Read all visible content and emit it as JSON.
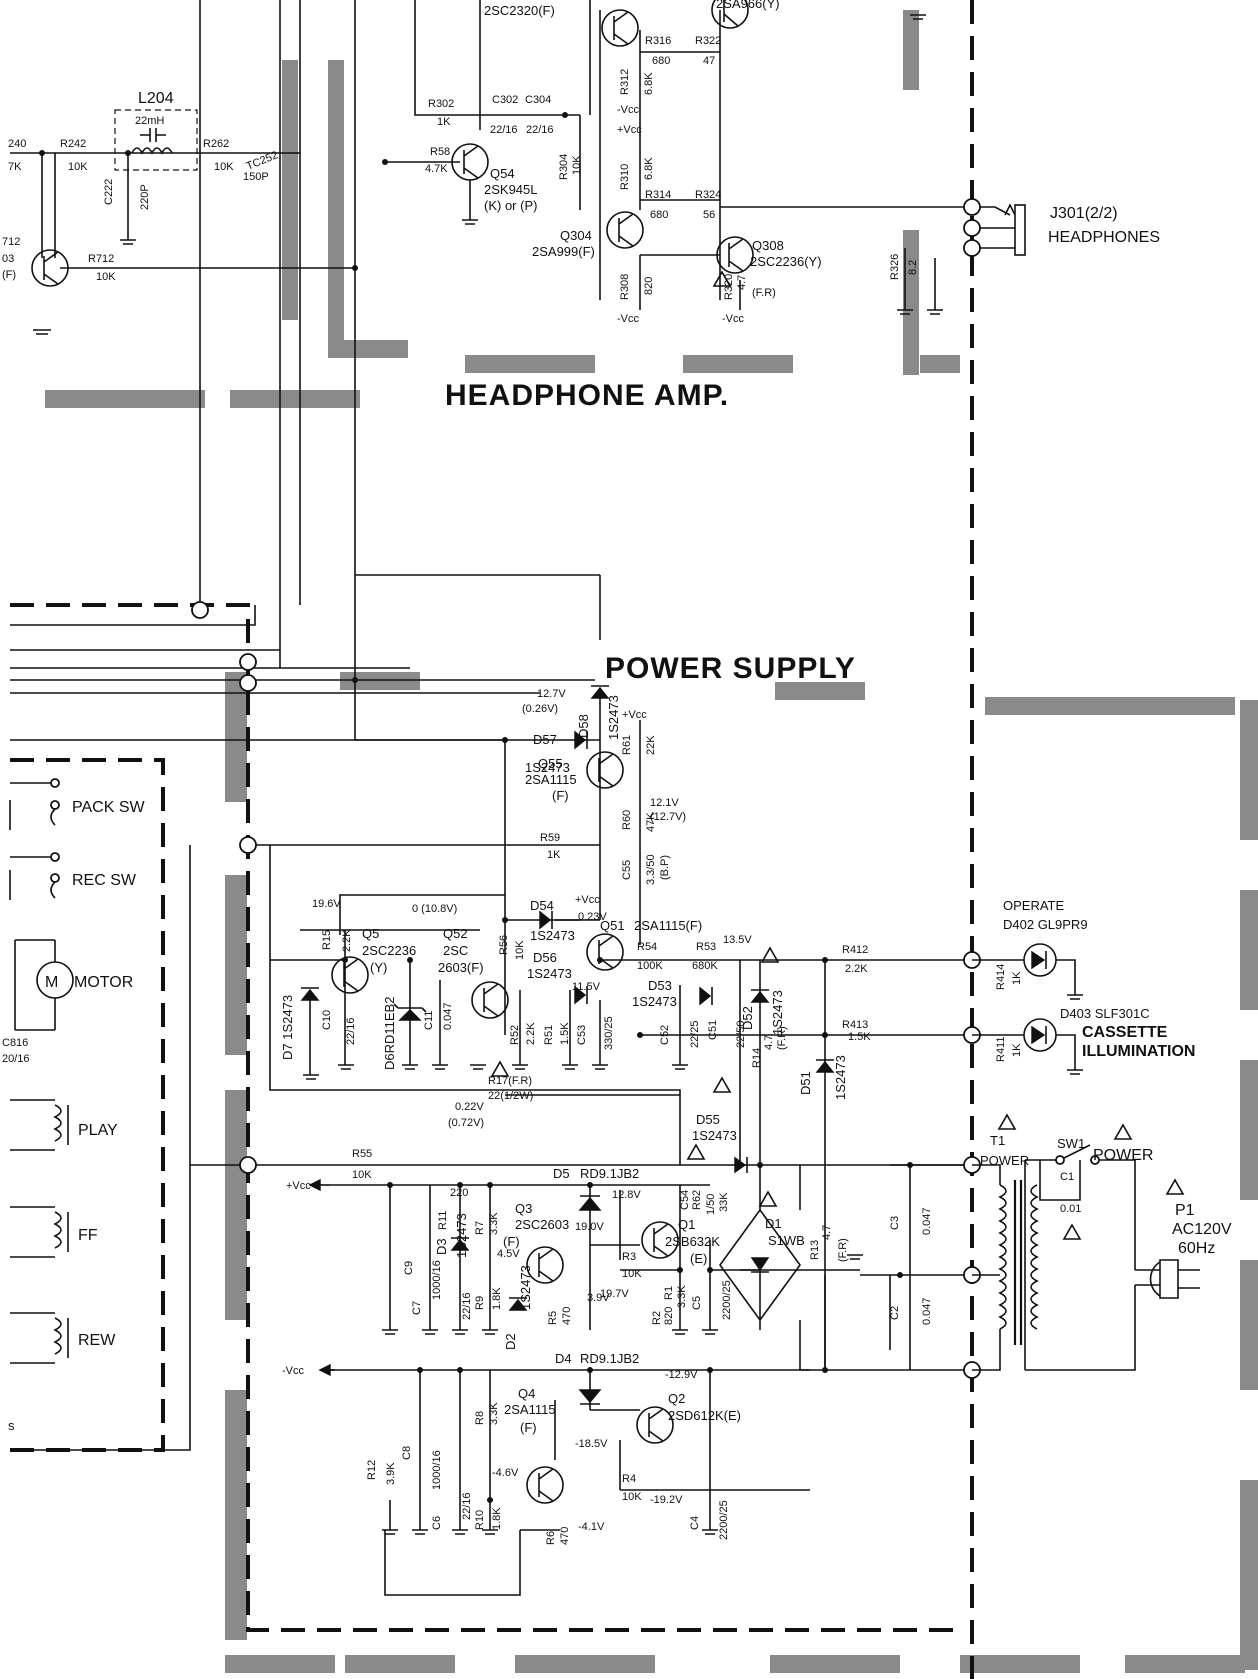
{
  "sections": {
    "headphone_amp": "HEADPHONE AMP.",
    "power_supply": "POWER SUPPLY"
  },
  "switches": {
    "pack": "PACK SW",
    "rec": "REC SW"
  },
  "solenoids": {
    "play": "PLAY",
    "ff": "FF",
    "rew": "REW"
  },
  "motor": {
    "label": "MOTOR"
  },
  "rails": {
    "pos": "+Vcc",
    "neg": "-Vcc"
  },
  "connectors": {
    "j301": "J301(2/2)",
    "headphones": "HEADPHONES",
    "p1": "P1",
    "p1_spec1": "AC120V",
    "p1_spec2": "60Hz"
  },
  "transformer": {
    "ref": "T1",
    "name": "POWER"
  },
  "power_switch": {
    "ref": "SW1",
    "name": "POWER",
    "cap": "C1",
    "cap_val": "0.01"
  },
  "indicators": {
    "operate": "OPERATE",
    "d402": "D402 GL9PR9",
    "d403": "D403 SLF301C",
    "cassette": "CASSETTE",
    "illumination": "ILLUMINATION"
  },
  "headphone_parts": {
    "l204": "L204",
    "l204_val": "22mH",
    "r240": "240",
    "r240_val": "7K",
    "r242": "R242",
    "r242_val": "10K",
    "c222": "C222",
    "c222_val": "220P",
    "r262": "R262",
    "r262_val": "10K",
    "tc252": "TC252",
    "tc252_val": "150P",
    "q712_ref": "712",
    "q712_val": "03",
    "q712_rank": "(F)",
    "r712": "R712",
    "r712_val": "10K",
    "q302": "2SC2320(F)",
    "q306": "2SA966(Y)",
    "r302": "R302",
    "r302_val": "1K",
    "c302": "C302",
    "c304": "C304",
    "c302_val": "22/16",
    "c304_val": "22/16",
    "r58": "R58",
    "r58_val": "4.7K",
    "q54": "Q54",
    "q54_type": "2SK945L",
    "q54_rank": "(K) or (P)",
    "r304": "R304",
    "r304_val": "10K",
    "r316": "R316",
    "r316_val": "680",
    "r322": "R322",
    "r322_val": "47",
    "r312": "R312",
    "r312_val": "6.8K",
    "r310": "R310",
    "r310_val": "6.8K",
    "r314": "R314",
    "r314_val": "680",
    "r324": "R324",
    "r324_val": "56",
    "q304": "Q304",
    "q304_type": "2SA999(F)",
    "q308": "Q308",
    "q308_type": "2SC2236(Y)",
    "r308": "R308",
    "r308_val": "820",
    "r320": "R320",
    "r320_val": "4.7",
    "r320_note": "(F.R)",
    "r326": "R326",
    "r326_val": "8.2"
  },
  "supply_parts": {
    "v12_7": "12.7V",
    "v0_26": "(0.26V)",
    "d58": "D58",
    "d58_type": "1S2473",
    "d57": "D57",
    "d57_type": "1S2473",
    "r61": "R61",
    "r61_val": "22K",
    "q55": "Q55",
    "q55_type": "2SA1115",
    "q55_rank": "(F)",
    "v12_1": "12.1V",
    "v12_7b": "(12.7V)",
    "r60": "R60",
    "r60_val": "47K",
    "r59": "R59",
    "r59_val": "1K",
    "c55": "C55",
    "c55_val": "3.3/50",
    "c55_note": "(B.P)",
    "v19_6": "19.6V",
    "v0_10_8": "0 (10.8V)",
    "r15": "R15",
    "r15_val": "2.2K",
    "q5": "Q5",
    "q5_type": "2SC2236",
    "q5_rank": "(Y)",
    "q52": "Q52",
    "q52_type": "2SC",
    "q52_type2": "2603(F)",
    "d7": "D7 1S2473",
    "c10": "C10",
    "c10_val": "22/16",
    "d6": "D6RD11EB2",
    "c11": "C11",
    "c11_val": "0.047",
    "r56": "R56",
    "r56_val": "10K",
    "d54": "D54",
    "d54_type": "1S2473",
    "v0_23": "0.23V",
    "d56": "D56",
    "d56_type": "1S2473",
    "q51": "Q51",
    "q51_type": "2SA1115(F)",
    "r54": "R54",
    "r54_val": "100K",
    "r53": "R53",
    "r53_val": "680K",
    "v13_5": "13.5V",
    "v11_5": "11.5V",
    "d53": "D53",
    "d53_type": "1S2473",
    "d52": "D52",
    "d52_type": "1S2473",
    "r52": "R52",
    "r52_val": "2.2K",
    "r51": "R51",
    "r51_val": "1.5K",
    "c53": "C53",
    "c53_val": "330/25",
    "c52": "C52",
    "c52_val": "22/25",
    "c51": "C51",
    "c51_val": "22/50",
    "r14": "R14",
    "r14_val": "4.7",
    "r14_note": "(F.R)",
    "d51": "D51",
    "d51_type": "1S2473",
    "r412": "R412",
    "r412_val": "2.2K",
    "r413": "R413",
    "r413_val": "1.5K",
    "r414": "R414",
    "r414_val": "1K",
    "r411": "R411",
    "r411_val": "1K",
    "r17": "R17(F.R)",
    "r17_val": "22(1/2W)",
    "v0_22": "0.22V",
    "v0_72": "(0.72V)",
    "r55": "R55",
    "r55_val": "10K",
    "d55": "D55",
    "d55_type": "1S2473",
    "d5": "D5",
    "d5_type": "RD9.1JB2",
    "v12_8": "12.8V",
    "c54": "C54",
    "c54_val": "1/50",
    "r62": "R62",
    "r62_val": "33K",
    "r11": "R11",
    "r11_val": "220",
    "d3": "D3",
    "d3_type": "1S2473",
    "r7": "R7",
    "r7_val": "3.3K",
    "q3": "Q3",
    "q3_type": "2SC2603",
    "q3_rank": "(F)",
    "v19_0": "19.0V",
    "v4_5": "4.5V",
    "q1": "Q1",
    "q1_type": "2SB632K",
    "q1_rank": "(E)",
    "d1": "D1",
    "d1_type": "S1WB",
    "r13": "R13",
    "r13_val": "4.7",
    "r13_note": "(F.R)",
    "c3": "C3",
    "c3_val": "0.047",
    "c2": "C2",
    "c2_val": "0.047",
    "c9": "C9",
    "c9_val": "1000/16",
    "c7": "C7",
    "c7_val": "22/16",
    "r9": "R9",
    "r9_val": "1.8K",
    "d2": "D2",
    "d2_type": "1S2473",
    "r5": "R5",
    "r5_val": "470",
    "v3_9": "3.9V",
    "r3": "R3",
    "r3_val": "10K",
    "v19_7": "19.7V",
    "r1": "R1",
    "r1_val": "3.3K",
    "r2": "R2",
    "r2_val": "820",
    "c5": "C5",
    "c5_val": "2200/25",
    "d4": "D4",
    "d4_type": "RD9.1JB2",
    "v12_9": "-12.9V",
    "q4": "Q4",
    "q4_type": "2SA1115",
    "q4_rank": "(F)",
    "q2": "Q2",
    "q2_type": "2SD612K(E)",
    "r8": "R8",
    "r8_val": "3.3K",
    "v18_5": "-18.5V",
    "v4_6": "-4.6V",
    "r12": "R12",
    "r12_val": "3.9K",
    "c8": "C8",
    "c8_val": "1000/16",
    "c6": "C6",
    "c6_val": "22/16",
    "r10": "R10",
    "r10_val": "1.8K",
    "r4": "R4",
    "r4_val": "10K",
    "v19_2": "-19.2V",
    "r6": "R6",
    "r6_val": "470",
    "v4_1": "-4.1V",
    "c4": "C4",
    "c4_val": "2200/25",
    "c816": "C816",
    "c816_val": "20/16"
  }
}
